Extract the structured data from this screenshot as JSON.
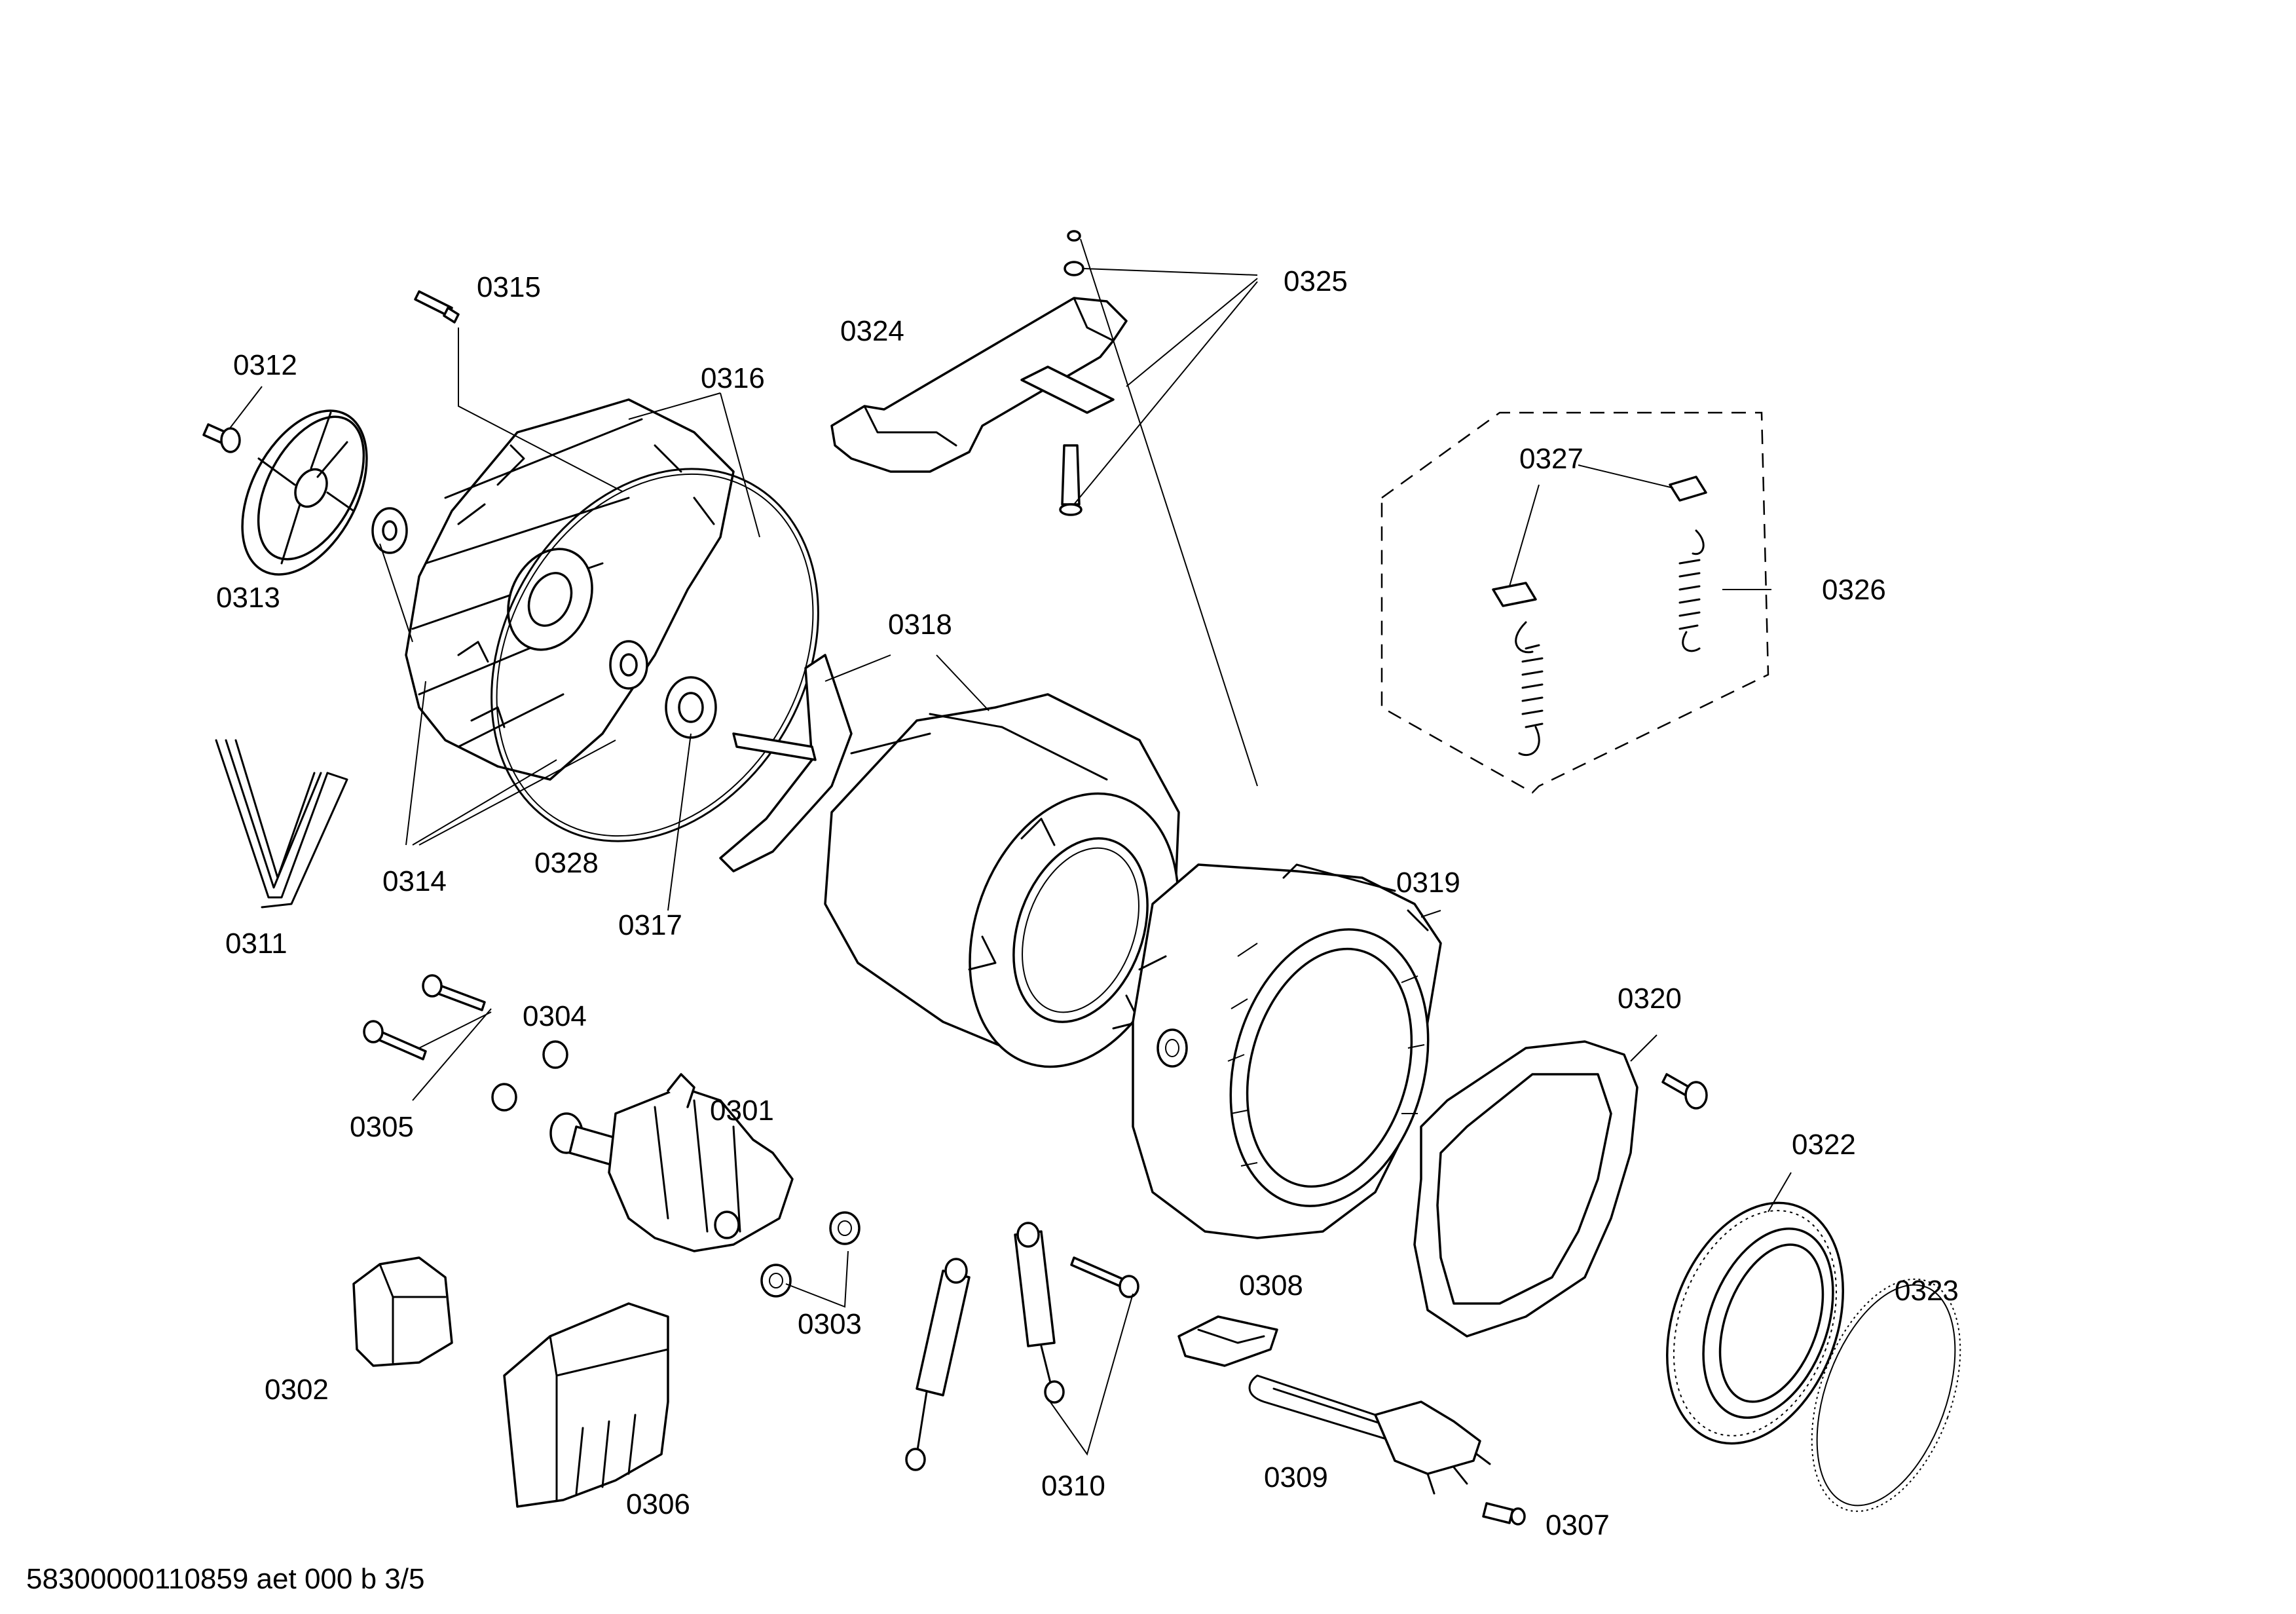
{
  "labels": {
    "p0301": "0301",
    "p0302": "0302",
    "p0303": "0303",
    "p0304": "0304",
    "p0305": "0305",
    "p0306": "0306",
    "p0307": "0307",
    "p0308": "0308",
    "p0309": "0309",
    "p0310": "0310",
    "p0311": "0311",
    "p0312": "0312",
    "p0313": "0313",
    "p0314": "0314",
    "p0315": "0315",
    "p0316": "0316",
    "p0317": "0317",
    "p0318": "0318",
    "p0319": "0319",
    "p0320": "0320",
    "p0322": "0322",
    "p0323": "0323",
    "p0324": "0324",
    "p0325": "0325",
    "p0326": "0326",
    "p0327": "0327",
    "p0328": "0328"
  },
  "footer": "58300000110859 aet 000 b 3/5"
}
